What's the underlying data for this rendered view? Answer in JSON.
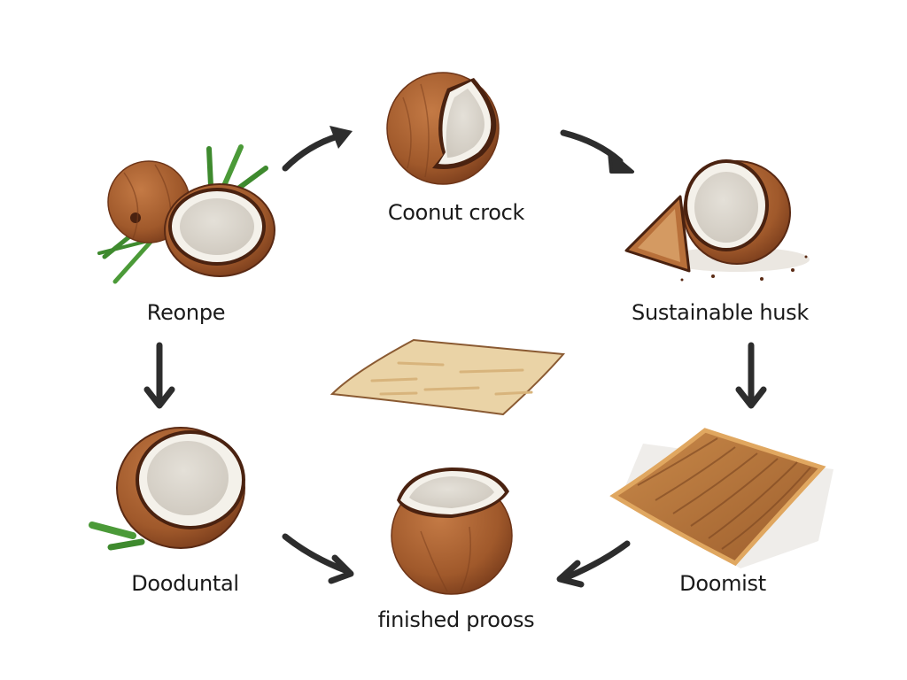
{
  "diagram": {
    "type": "cycle-flow",
    "background": "#ffffff",
    "colors": {
      "husk": "#a85a2c",
      "husk_dark": "#5a2a14",
      "meat": "#f4f1ea",
      "meat_shade": "#d9d4cb",
      "leaf": "#3e8a2e",
      "mat_light": "#e9cf9a",
      "mat_woven": "#b9733a",
      "arrow": "#2d2d2d",
      "text": "#1a1a1a"
    },
    "nodes": [
      {
        "id": "reonpe",
        "label": "Reonpe",
        "illustration": "whole-and-halved-coconut-with-leaves"
      },
      {
        "id": "coconut-crock",
        "label": "Coonut crock",
        "illustration": "cracked-coconut"
      },
      {
        "id": "sustainable-husk",
        "label": "Sustainable husk",
        "illustration": "split-coconut-with-husk-piece"
      },
      {
        "id": "doomist",
        "label": "Doomist",
        "illustration": "woven-coir-mat"
      },
      {
        "id": "finished-proos",
        "label": "finished prooss",
        "illustration": "opened-coconut"
      },
      {
        "id": "dooduntal",
        "label": "Dooduntal",
        "illustration": "halved-coconut-with-leaves"
      }
    ],
    "center_illustration": "flat-fiber-sheet",
    "edges": [
      {
        "from": "reonpe",
        "to": "coconut-crock",
        "icon": "arrow-curved-up-right"
      },
      {
        "from": "coconut-crock",
        "to": "sustainable-husk",
        "icon": "arrow-curved-down-right"
      },
      {
        "from": "sustainable-husk",
        "to": "doomist",
        "icon": "arrow-down"
      },
      {
        "from": "doomist",
        "to": "finished-proos",
        "icon": "arrow-curved-left"
      },
      {
        "from": "dooduntal",
        "to": "finished-proos",
        "icon": "arrow-curved-right"
      },
      {
        "from": "reonpe",
        "to": "dooduntal",
        "icon": "arrow-down"
      }
    ]
  }
}
